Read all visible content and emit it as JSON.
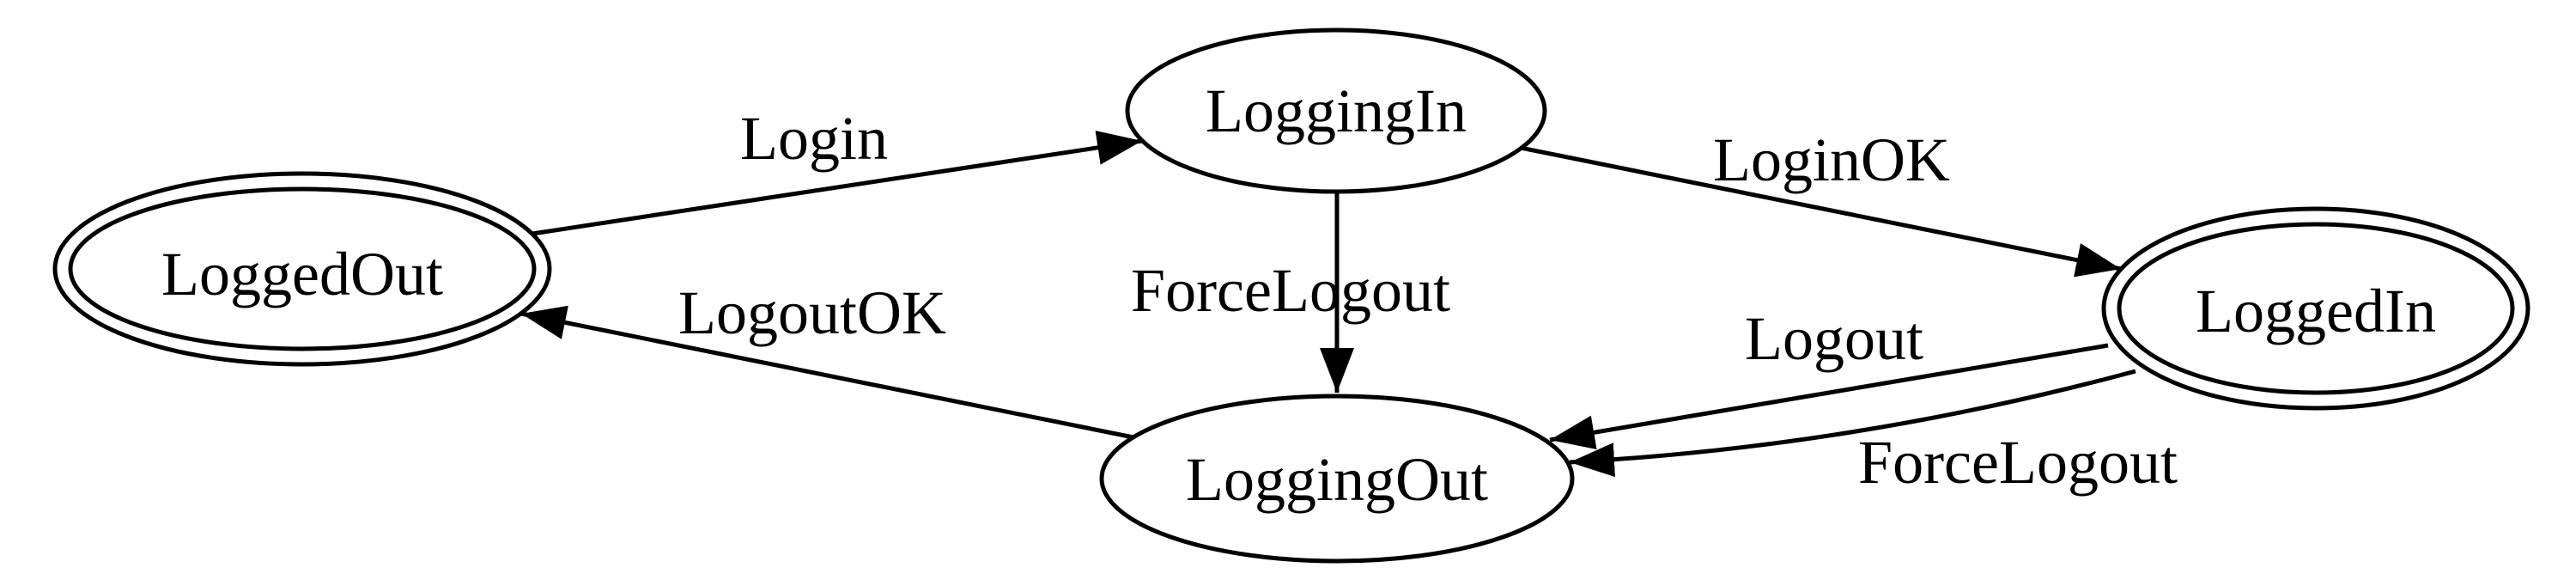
{
  "diagram": {
    "type": "state-machine-graph",
    "background_color": "#ffffff",
    "line_color": "#000000",
    "nodes": [
      {
        "id": "LoggedOut",
        "label": "LoggedOut",
        "shape": "double-ellipse"
      },
      {
        "id": "LoggingIn",
        "label": "LoggingIn",
        "shape": "ellipse"
      },
      {
        "id": "LoggedIn",
        "label": "LoggedIn",
        "shape": "double-ellipse"
      },
      {
        "id": "LoggingOut",
        "label": "LoggingOut",
        "shape": "ellipse"
      }
    ],
    "edges": [
      {
        "from": "LoggedOut",
        "to": "LoggingIn",
        "label": "Login"
      },
      {
        "from": "LoggingIn",
        "to": "LoggedIn",
        "label": "LoginOK"
      },
      {
        "from": "LoggingIn",
        "to": "LoggingOut",
        "label": "ForceLogout"
      },
      {
        "from": "LoggedIn",
        "to": "LoggingOut",
        "label": "Logout"
      },
      {
        "from": "LoggedIn",
        "to": "LoggingOut",
        "label": "ForceLogout"
      },
      {
        "from": "LoggingOut",
        "to": "LoggedOut",
        "label": "LogoutOK"
      }
    ]
  }
}
